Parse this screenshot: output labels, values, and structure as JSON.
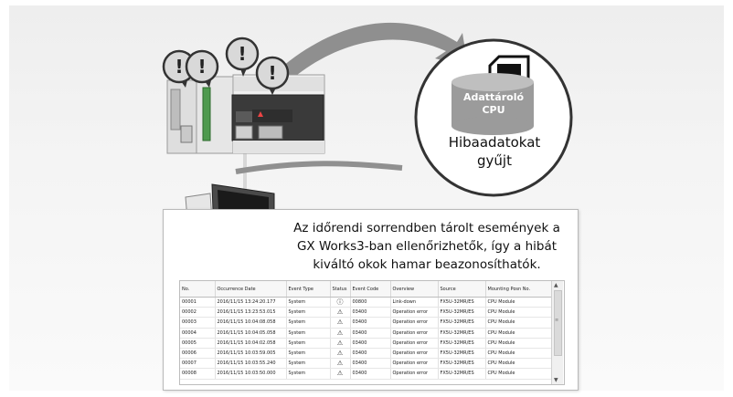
{
  "bubble": {
    "storage_label": "Adattároló\nCPU",
    "caption": "Hibaadatokat\ngyűjt"
  },
  "info": {
    "text": "Az időrendi sorrendben tárolt események a GX Works3-ban ellenőrizhetők, így a hibát kiváltó okok hamar beazonosíthatók."
  },
  "alerts": [
    "!",
    "!",
    "!",
    "!"
  ],
  "table": {
    "headers": [
      "No.",
      "Occurrence Date",
      "Event Type",
      "Status",
      "Event Code",
      "Overview",
      "Source",
      "Mounting Posn No."
    ],
    "rows": [
      {
        "no": "00001",
        "date": "2016/11/15 13:24:20.177",
        "type": "System",
        "status": "info",
        "code": "00800",
        "overview": "Link-down",
        "source": "FX5U-32MR/ES",
        "pos": "CPU Module"
      },
      {
        "no": "00002",
        "date": "2016/11/15 13:23:53.015",
        "type": "System",
        "status": "warning",
        "code": "03400",
        "overview": "Operation error",
        "source": "FX5U-32MR/ES",
        "pos": "CPU Module"
      },
      {
        "no": "00003",
        "date": "2016/11/15 10:04:08.058",
        "type": "System",
        "status": "warning",
        "code": "03400",
        "overview": "Operation error",
        "source": "FX5U-32MR/ES",
        "pos": "CPU Module"
      },
      {
        "no": "00004",
        "date": "2016/11/15 10:04:05.058",
        "type": "System",
        "status": "warning",
        "code": "03400",
        "overview": "Operation error",
        "source": "FX5U-32MR/ES",
        "pos": "CPU Module"
      },
      {
        "no": "00005",
        "date": "2016/11/15 10:04:02.058",
        "type": "System",
        "status": "warning",
        "code": "03400",
        "overview": "Operation error",
        "source": "FX5U-32MR/ES",
        "pos": "CPU Module"
      },
      {
        "no": "00006",
        "date": "2016/11/15 10:03:59.005",
        "type": "System",
        "status": "warning",
        "code": "03400",
        "overview": "Operation error",
        "source": "FX5U-32MR/ES",
        "pos": "CPU Module"
      },
      {
        "no": "00007",
        "date": "2016/11/15 10:03:55.240",
        "type": "System",
        "status": "warning",
        "code": "03400",
        "overview": "Operation error",
        "source": "FX5U-32MR/ES",
        "pos": "CPU Module"
      },
      {
        "no": "00008",
        "date": "2016/11/15 10:03:50.000",
        "type": "System",
        "status": "warning",
        "code": "03400",
        "overview": "Operation error",
        "source": "FX5U-32MR/ES",
        "pos": "CPU Module"
      }
    ]
  },
  "icons": {
    "info": "ⓘ",
    "warning": "⚠"
  }
}
